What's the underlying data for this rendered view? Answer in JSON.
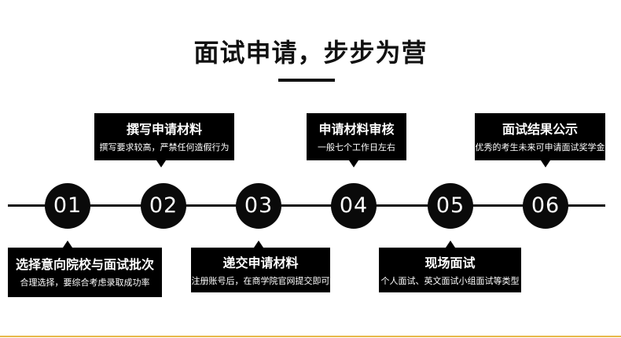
{
  "title": "面试申请，步步为营",
  "steps": [
    {
      "num": "01",
      "title": "选择意向院校与面试批次",
      "desc": "合理选择，要综合考虑录取成功率"
    },
    {
      "num": "02",
      "title": "撰写申请材料",
      "desc": "撰写要求较高，严禁任何造假行为"
    },
    {
      "num": "03",
      "title": "递交申请材料",
      "desc": "注册账号后，在商学院官网提交即可"
    },
    {
      "num": "04",
      "title": "申请材料审核",
      "desc": "一般七个工作日左右"
    },
    {
      "num": "05",
      "title": "现场面试",
      "desc": "个人面试、英文面试小组面试等类型"
    },
    {
      "num": "06",
      "title": "面试结果公示",
      "desc": "优秀的考生未来可申请面试奖学金"
    }
  ],
  "colors": {
    "primary": "#000000",
    "text_on_dark": "#ffffff",
    "accent_line": "#e8b84a"
  }
}
